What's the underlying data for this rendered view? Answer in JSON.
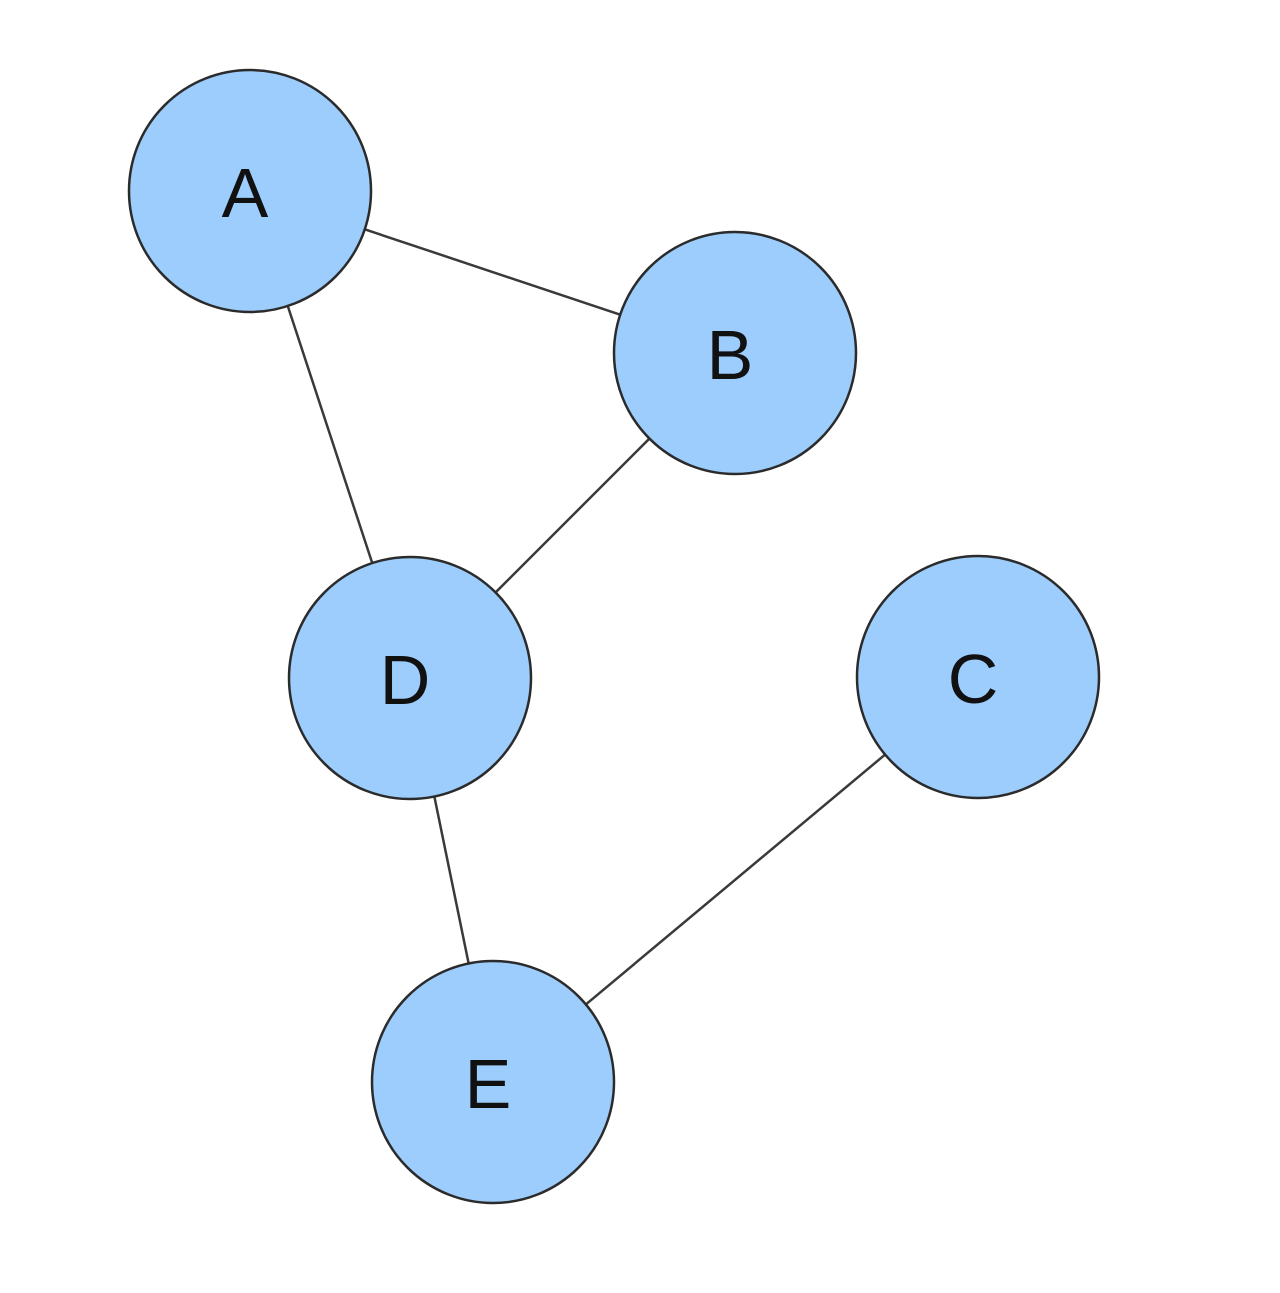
{
  "graph": {
    "node_fill": "#9ccdfc",
    "node_stroke": "#2b2b2b",
    "edge_color": "#3a3a3a",
    "nodes": [
      {
        "id": "A",
        "label": "A"
      },
      {
        "id": "B",
        "label": "B"
      },
      {
        "id": "D",
        "label": "D"
      },
      {
        "id": "C",
        "label": "C"
      },
      {
        "id": "E",
        "label": "E"
      }
    ],
    "edges": [
      {
        "from": "A",
        "to": "B"
      },
      {
        "from": "A",
        "to": "D"
      },
      {
        "from": "B",
        "to": "D"
      },
      {
        "from": "D",
        "to": "E"
      },
      {
        "from": "C",
        "to": "E"
      }
    ]
  }
}
